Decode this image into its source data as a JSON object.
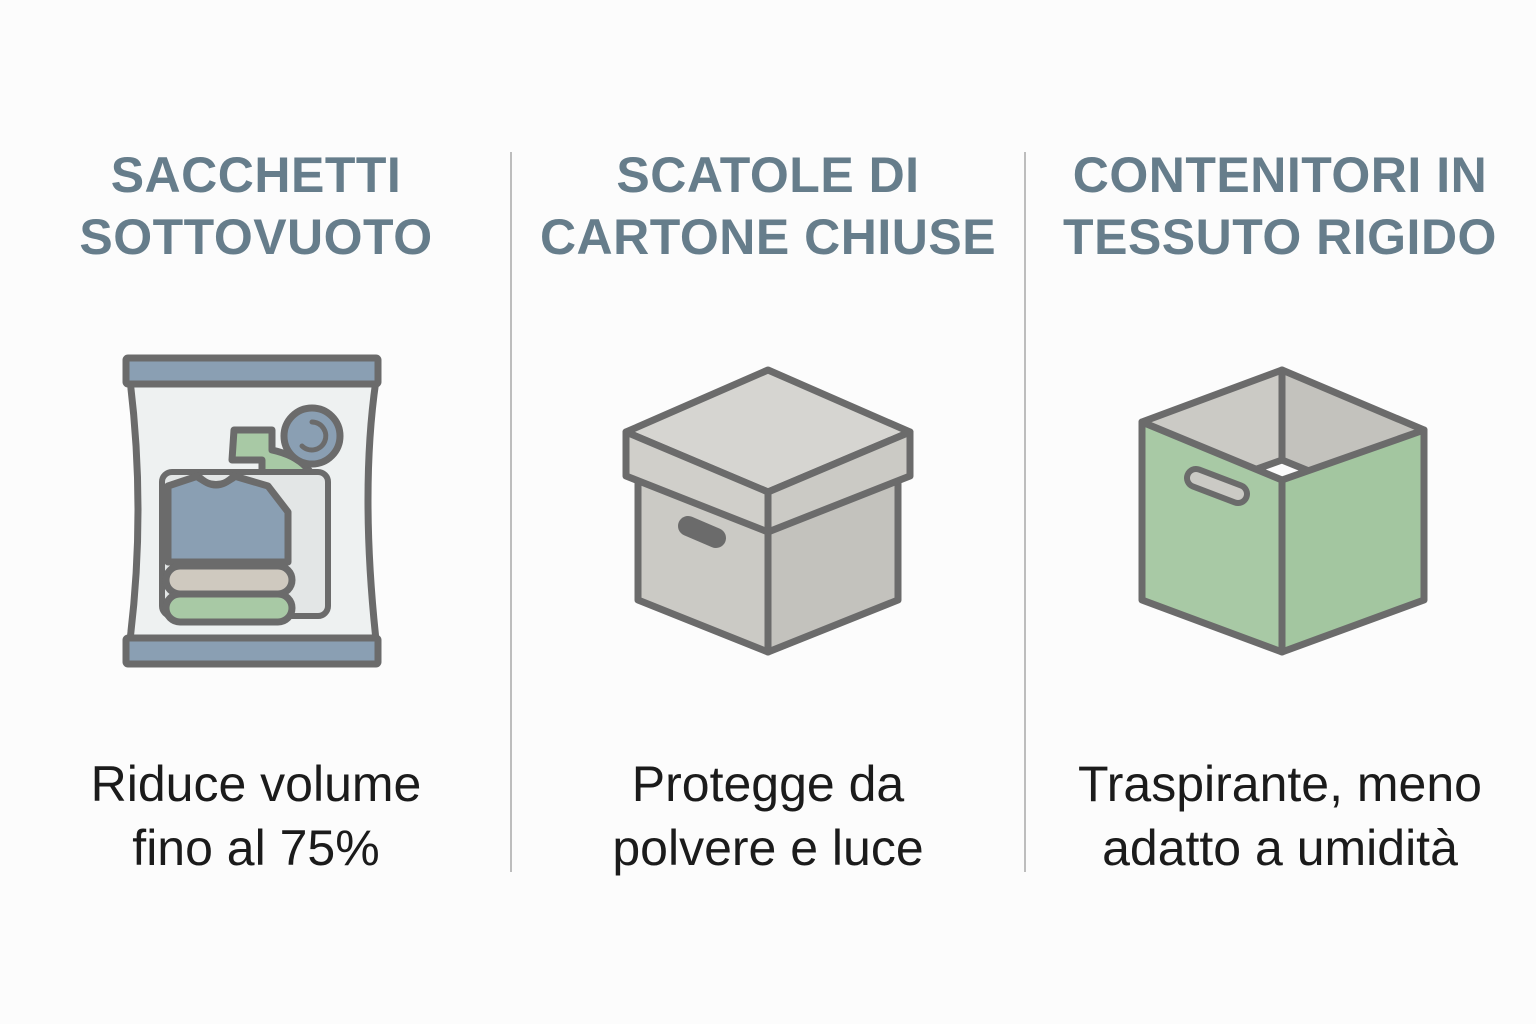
{
  "columns": [
    {
      "title": [
        "SACCHETTI",
        "SOTTOVUOTO"
      ],
      "description": [
        "Riduce volume",
        "fino al 75%"
      ],
      "icon": "vacuum-bag-icon"
    },
    {
      "title": [
        "SCATOLE DI",
        "CARTONE CHIUSE"
      ],
      "description": [
        "Protegge da",
        "polvere e luce"
      ],
      "icon": "closed-box-icon"
    },
    {
      "title": [
        "CONTENITORI IN",
        "TESSUTO RIGIDO"
      ],
      "description": [
        "Traspirante, meno",
        "adatto a umidità"
      ],
      "icon": "open-fabric-box-icon"
    }
  ],
  "colors": {
    "title": "#667d8b",
    "text": "#1b1b1b",
    "divider": "#bdbdbd",
    "stroke": "#6b6b6b",
    "blue": "#8a9fb3",
    "green": "#a8c9a5",
    "beige": "#cfc9bf",
    "gray": "#cbcac5",
    "gray_light": "#d6d5d1",
    "bag": "#eef1f1"
  }
}
